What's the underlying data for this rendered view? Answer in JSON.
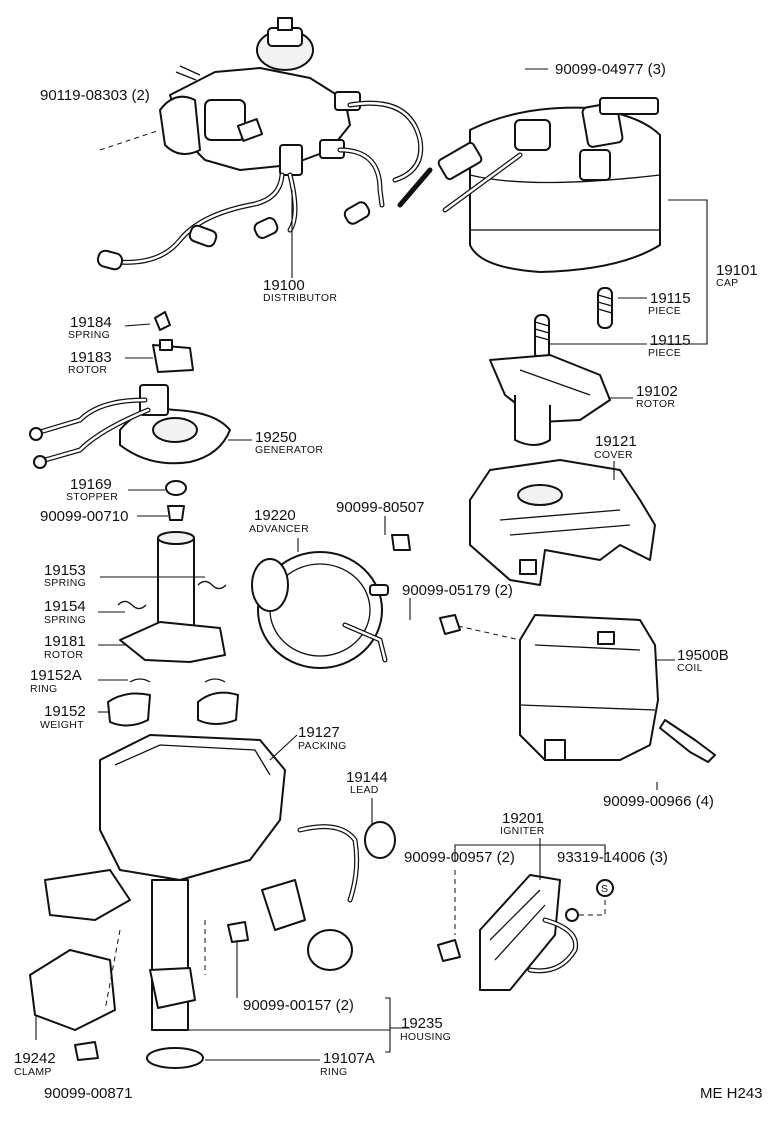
{
  "diagram_code": "ME H243",
  "parts": [
    {
      "number": "90119-08303 (2)",
      "name": ""
    },
    {
      "number": "90099-04977 (3)",
      "name": ""
    },
    {
      "number": "19100",
      "name": "DISTRIBUTOR"
    },
    {
      "number": "19101",
      "name": "CAP"
    },
    {
      "number": "19184",
      "name": "SPRING"
    },
    {
      "number": "19183",
      "name": "ROTOR"
    },
    {
      "number": "19115",
      "name": "PIECE"
    },
    {
      "number": "19115",
      "name": "PIECE"
    },
    {
      "number": "19102",
      "name": "ROTOR"
    },
    {
      "number": "19250",
      "name": "GENERATOR"
    },
    {
      "number": "19169",
      "name": "STOPPER"
    },
    {
      "number": "90099-00710",
      "name": ""
    },
    {
      "number": "19121",
      "name": "COVER"
    },
    {
      "number": "19220",
      "name": "ADVANCER"
    },
    {
      "number": "90099-80507",
      "name": ""
    },
    {
      "number": "19153",
      "name": "SPRING"
    },
    {
      "number": "90099-05179 (2)",
      "name": ""
    },
    {
      "number": "19154",
      "name": "SPRING"
    },
    {
      "number": "19500B",
      "name": "COIL"
    },
    {
      "number": "19181",
      "name": "ROTOR"
    },
    {
      "number": "19152A",
      "name": "RING"
    },
    {
      "number": "19152",
      "name": "WEIGHT"
    },
    {
      "number": "19127",
      "name": "PACKING"
    },
    {
      "number": "90099-00966 (4)",
      "name": ""
    },
    {
      "number": "19144",
      "name": "LEAD"
    },
    {
      "number": "19201",
      "name": "IGNITER"
    },
    {
      "number": "90099-00957 (2)",
      "name": ""
    },
    {
      "number": "93319-14006 (3)",
      "name": ""
    },
    {
      "number": "90099-00157 (2)",
      "name": ""
    },
    {
      "number": "19235",
      "name": "HOUSING"
    },
    {
      "number": "19107A",
      "name": "RING"
    },
    {
      "number": "19242",
      "name": "CLAMP"
    },
    {
      "number": "90099-00871",
      "name": ""
    }
  ]
}
